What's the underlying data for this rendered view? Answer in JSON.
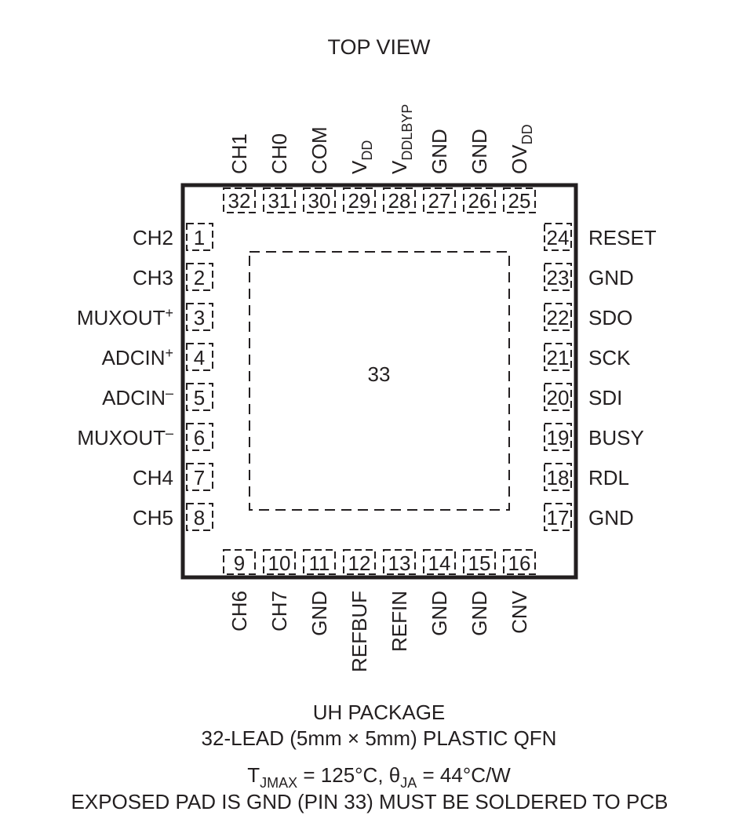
{
  "title": "TOP VIEW",
  "pins": {
    "left": [
      {
        "num": "1",
        "name": "CH2"
      },
      {
        "num": "2",
        "name": "CH3"
      },
      {
        "num": "3",
        "name": "MUXOUT",
        "sup": "+"
      },
      {
        "num": "4",
        "name": "ADCIN",
        "sup": "+"
      },
      {
        "num": "5",
        "name": "ADCIN",
        "sup": "–"
      },
      {
        "num": "6",
        "name": "MUXOUT",
        "sup": "–"
      },
      {
        "num": "7",
        "name": "CH4"
      },
      {
        "num": "8",
        "name": "CH5"
      }
    ],
    "bottom": [
      {
        "num": "9",
        "name": "CH6"
      },
      {
        "num": "10",
        "name": "CH7"
      },
      {
        "num": "11",
        "name": "GND"
      },
      {
        "num": "12",
        "name": "REFBUF"
      },
      {
        "num": "13",
        "name": "REFIN"
      },
      {
        "num": "14",
        "name": "GND"
      },
      {
        "num": "15",
        "name": "GND"
      },
      {
        "num": "16",
        "name": "CNV"
      }
    ],
    "right": [
      {
        "num": "24",
        "name": "RESET"
      },
      {
        "num": "23",
        "name": "GND"
      },
      {
        "num": "22",
        "name": "SDO"
      },
      {
        "num": "21",
        "name": "SCK"
      },
      {
        "num": "20",
        "name": "SDI"
      },
      {
        "num": "19",
        "name": "BUSY"
      },
      {
        "num": "18",
        "name": "RDL"
      },
      {
        "num": "17",
        "name": "GND"
      }
    ],
    "top": [
      {
        "num": "32",
        "name": "CH1"
      },
      {
        "num": "31",
        "name": "CH0"
      },
      {
        "num": "30",
        "name": "COM"
      },
      {
        "num": "29",
        "name": "V",
        "sub": "DD"
      },
      {
        "num": "28",
        "name": "V",
        "sub": "DDLBYP"
      },
      {
        "num": "27",
        "name": "GND"
      },
      {
        "num": "26",
        "name": "GND"
      },
      {
        "num": "25",
        "name": "OV",
        "sub": "DD"
      }
    ]
  },
  "exposed_pad": {
    "num": "33"
  },
  "caption": {
    "package": "UH PACKAGE",
    "lead": "32-LEAD (5mm × 5mm) PLASTIC QFN",
    "thermal": {
      "t": "T",
      "t_sub": "JMAX",
      "t_val": " = 125°C, ",
      "theta": "θ",
      "theta_sub": "JA",
      "theta_val": " = 44°C/W"
    },
    "note": "EXPOSED PAD IS GND (PIN 33) MUST BE SOLDERED TO PCB"
  },
  "colors": {
    "ink": "#231f20",
    "background": "#ffffff"
  }
}
